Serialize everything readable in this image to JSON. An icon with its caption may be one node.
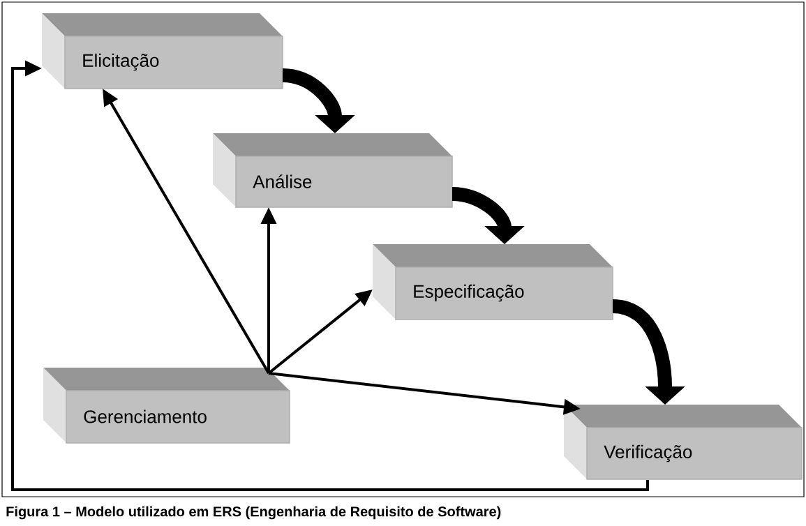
{
  "diagram": {
    "caption": "Figura 1 – Modelo utilizado em ERS (Engenharia de Requisito de Software)",
    "nodes": [
      {
        "text": [
          "Elicitação"
        ]
      },
      {
        "text": [
          "Análise"
        ]
      },
      {
        "text": [
          "Especificação"
        ]
      },
      {
        "text": [
          "Verificação"
        ]
      },
      {
        "text": [
          "Gerenciamento"
        ]
      }
    ],
    "edges": [
      {
        "from": 0,
        "to": 1,
        "arrow": "to",
        "style": "thick"
      },
      {
        "from": 1,
        "to": 2,
        "arrow": "to",
        "style": "thick"
      },
      {
        "from": 2,
        "to": 3,
        "arrow": "to",
        "style": "thick"
      },
      {
        "from": 4,
        "to": 0,
        "arrow": "to"
      },
      {
        "from": 4,
        "to": 1,
        "arrow": "to"
      },
      {
        "from": 4,
        "to": 2,
        "arrow": "to"
      },
      {
        "from": 4,
        "to": 3,
        "arrow": "to"
      },
      {
        "from": 3,
        "to": 0,
        "arrow": "to"
      }
    ]
  }
}
